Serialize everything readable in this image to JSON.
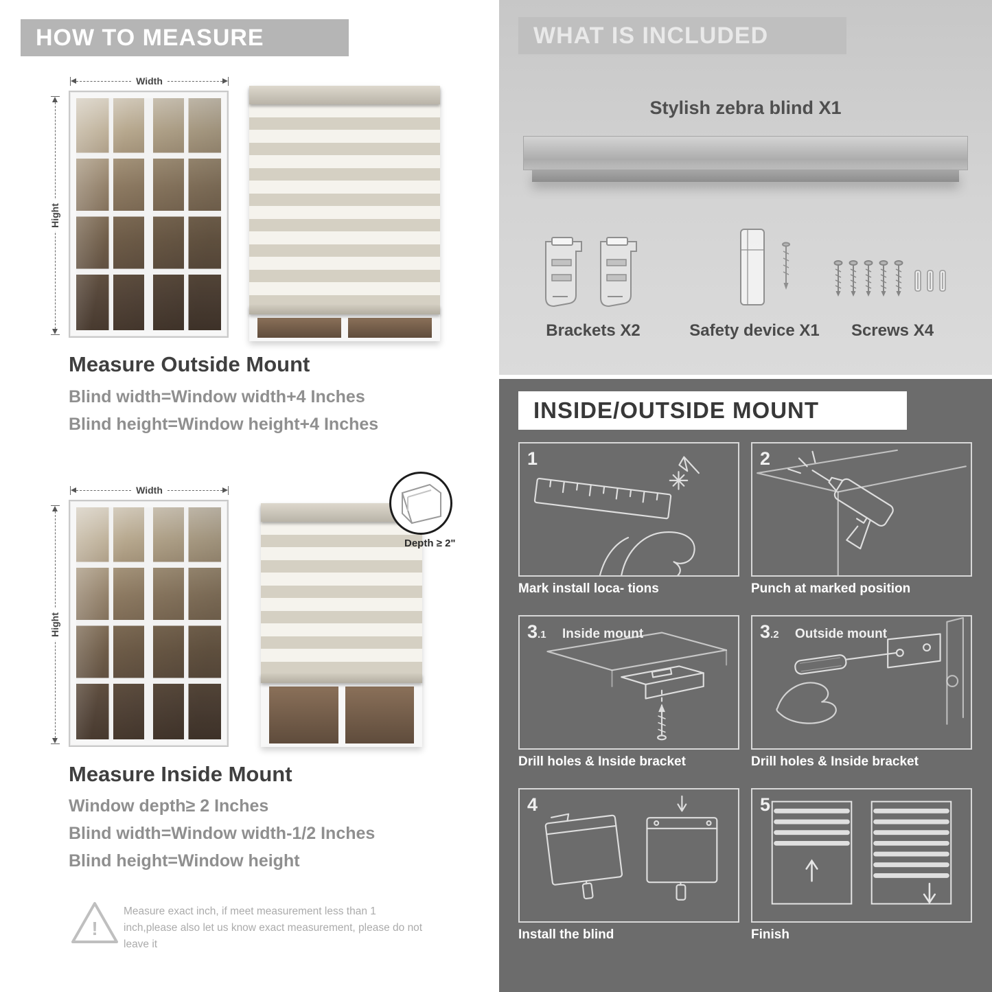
{
  "colors": {
    "banner_gray": "#b5b5b5",
    "included_bg": "#cfcfcf",
    "mount_bg": "#6c6c6c",
    "text_dark": "#3d3d3d",
    "text_gray": "#8f8f8f",
    "stripe_greige": "#d5d0c3"
  },
  "icons": {
    "warning": "warning-triangle-icon",
    "brackets": "brackets-icon",
    "safety_device": "safety-device-icon",
    "screws": "screws-icon"
  },
  "left": {
    "header": "HOW TO MEASURE",
    "outside": {
      "width_label": "Width",
      "height_label": "Hight",
      "title": "Measure Outside Mount",
      "line1": "Blind width=Window width+4 Inches",
      "line2": "Blind height=Window height+4 Inches"
    },
    "inside": {
      "width_label": "Width",
      "height_label": "Hight",
      "depth_label": "Depth ≥ 2\"",
      "title": "Measure Inside Mount",
      "line1": "Window depth≥ 2 Inches",
      "line2": "Blind width=Window width-1/2 Inches",
      "line3": "Blind height=Window height"
    },
    "warning_mark": "!",
    "warning": "Measure exact inch, if meet measurement less than 1 inch,please also let us know exact measurement, please do not leave it"
  },
  "right": {
    "included": {
      "header": "WHAT IS INCLUDED",
      "blind_label": "Stylish zebra blind X1",
      "items": [
        {
          "label": "Brackets X2"
        },
        {
          "label": "Safety device X1"
        },
        {
          "label": "Screws X4"
        }
      ]
    },
    "mount": {
      "header": "INSIDE/OUTSIDE MOUNT",
      "steps": [
        {
          "num": "1",
          "sub": "",
          "caption": "Mark install loca- tions"
        },
        {
          "num": "2",
          "sub": "",
          "caption": "Punch at  marked position"
        },
        {
          "num": "3",
          "sub": ".1",
          "label": "Inside mount",
          "caption": "Drill holes &  Inside bracket"
        },
        {
          "num": "3",
          "sub": ".2",
          "label": "Outside mount",
          "caption": "Drill holes &  Inside bracket"
        },
        {
          "num": "4",
          "sub": "",
          "caption": "Install the blind"
        },
        {
          "num": "5",
          "sub": "",
          "caption": "Finish"
        }
      ]
    }
  }
}
